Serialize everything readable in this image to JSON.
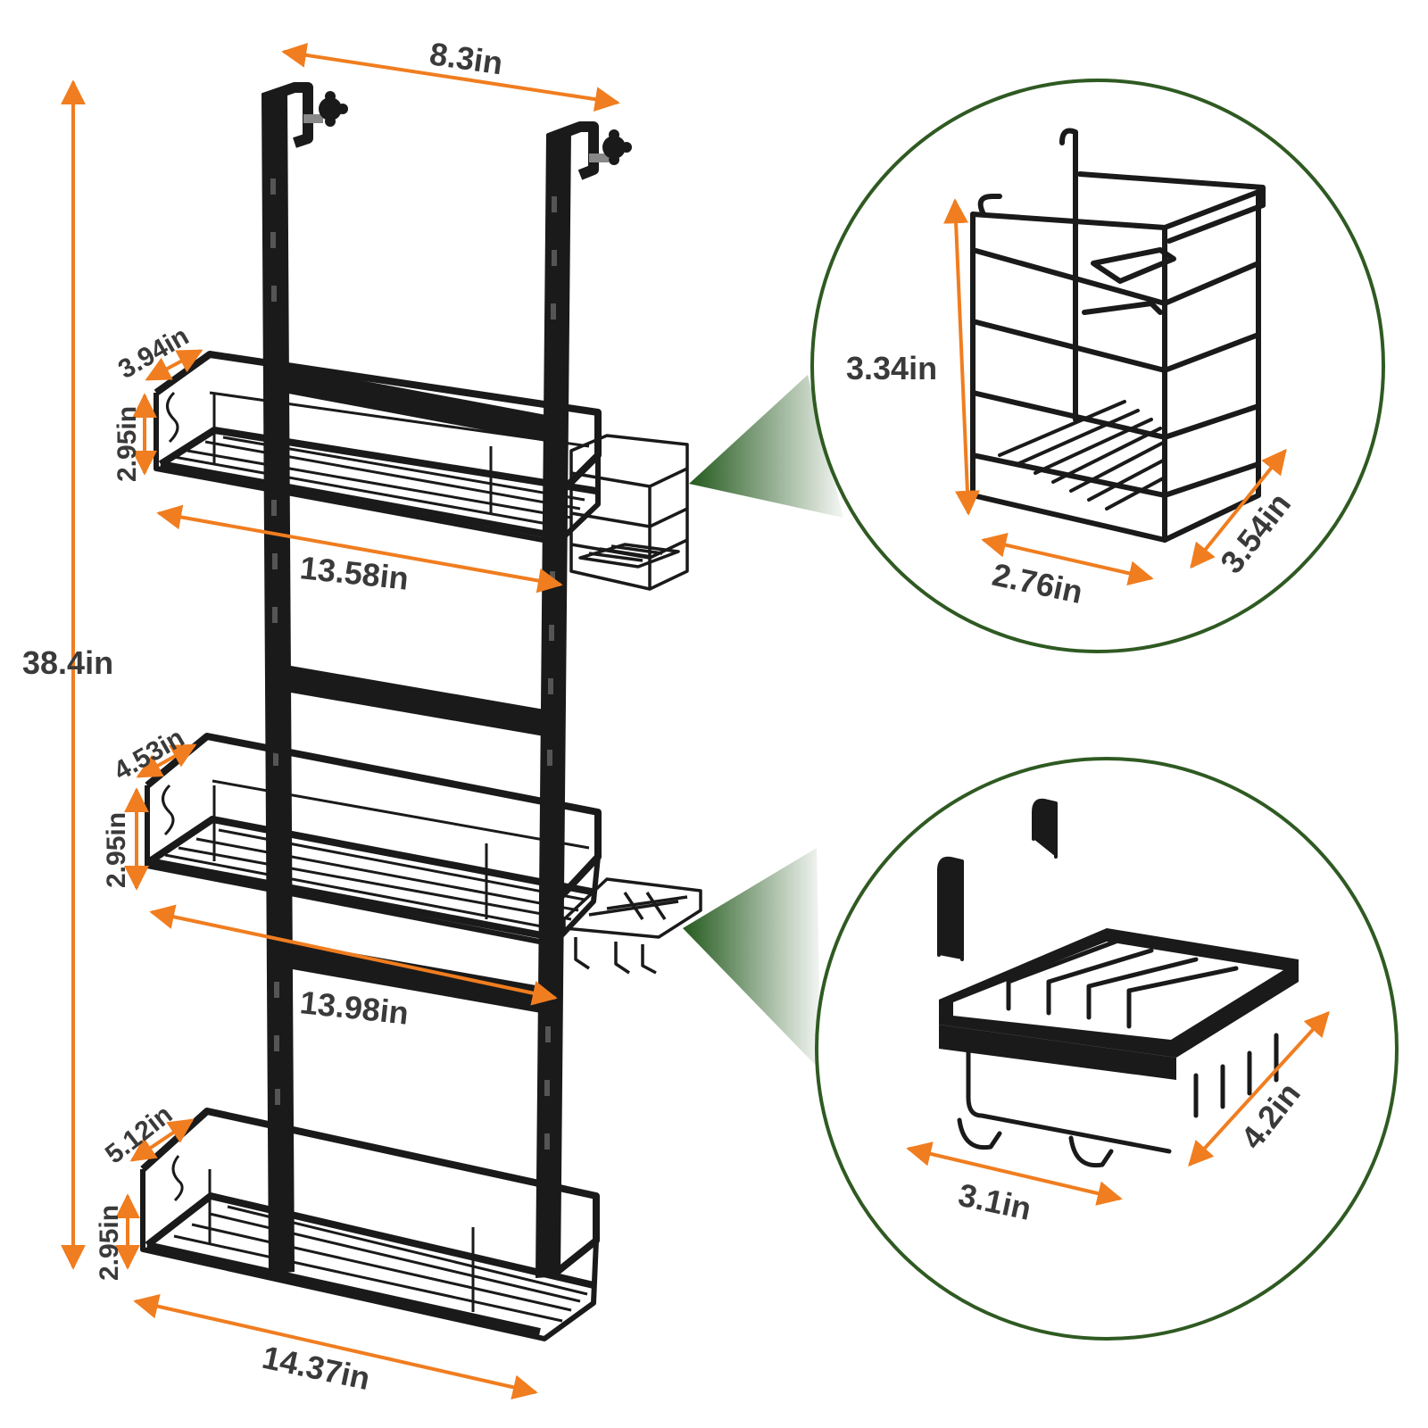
{
  "colors": {
    "arrow": "#f07d1f",
    "product": "#1a1a1a",
    "circle_border": "#2f5a22",
    "beam": "#245a1e",
    "label": "#3a3a3a"
  },
  "dimensions": {
    "total_height": "38.4in",
    "top_width": "8.3in",
    "shelf1_depth": "3.94in",
    "shelf1_height": "2.95in",
    "shelf1_length": "13.58in",
    "shelf2_depth": "4.53in",
    "shelf2_height": "2.95in",
    "shelf2_length": "13.98in",
    "shelf3_depth": "5.12in",
    "shelf3_height": "2.95in",
    "shelf3_length": "14.37in",
    "basket_height": "3.34in",
    "basket_width": "2.76in",
    "basket_depth": "3.54in",
    "soap_width": "3.1in",
    "soap_depth": "4.2in"
  }
}
